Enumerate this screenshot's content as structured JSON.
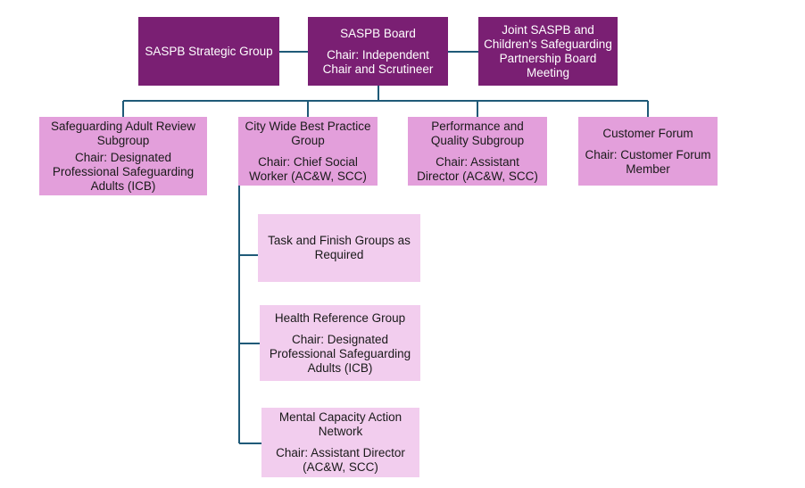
{
  "colors": {
    "dark": "#7a1f73",
    "mid": "#e39fdb",
    "light": "#f2cdee",
    "line": "#1f5a78"
  },
  "top": {
    "strategic": {
      "title": "SASPB Strategic Group"
    },
    "board": {
      "title": "SASPB Board",
      "chair": "Chair: Independent Chair and Scrutineer"
    },
    "joint": {
      "title": "Joint SASPB and Children's Safeguarding Partnership Board Meeting"
    }
  },
  "subgroups": {
    "sar": {
      "title": "Safeguarding Adult Review Subgroup",
      "chair": "Chair: Designated Professional Safeguarding Adults (ICB)"
    },
    "city": {
      "title": "City Wide Best Practice Group",
      "chair": "Chair: Chief Social Worker (AC&W, SCC)"
    },
    "perf": {
      "title": "Performance and Quality Subgroup",
      "chair": "Chair: Assistant Director (AC&W, SCC)"
    },
    "cust": {
      "title": "Customer Forum",
      "chair": "Chair: Customer Forum Member"
    }
  },
  "children": {
    "task": {
      "title": "Task and Finish Groups as Required"
    },
    "health": {
      "title": "Health Reference Group",
      "chair": "Chair: Designated Professional Safeguarding Adults (ICB)"
    },
    "mental": {
      "title": "Mental Capacity Action Network",
      "chair": "Chair: Assistant Director (AC&W, SCC)"
    }
  }
}
